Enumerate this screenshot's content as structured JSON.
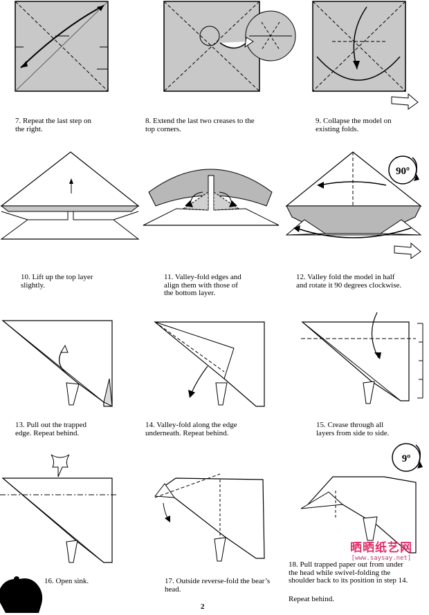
{
  "page": {
    "number": "2"
  },
  "watermark": {
    "brand": "晒晒纸艺网",
    "url": "[www.saysay.net]"
  },
  "steps": [
    {
      "id": 7,
      "caption": "7.  Repeat the last step on\nthe right."
    },
    {
      "id": 8,
      "caption": "8. Extend the last two creases to the\ntop  corners."
    },
    {
      "id": 9,
      "caption": "9.  Collapse the model on\nexisting folds."
    },
    {
      "id": 10,
      "caption": "10.  Lift up the top layer\nslightly."
    },
    {
      "id": 11,
      "caption": "11.  Valley-fold edges and\nalign them with those of\nthe bottom layer."
    },
    {
      "id": 12,
      "caption": "12.  Valley fold the model in half\nand rotate it  90 degrees clockwise.",
      "badge": "90º"
    },
    {
      "id": 13,
      "caption": "13.  Pull out the trapped\nedge. Repeat behind."
    },
    {
      "id": 14,
      "caption": "14.  Valley-fold along the edge\nunderneath.  Repeat behind."
    },
    {
      "id": 15,
      "caption": "15.  Crease through all\nlayers from side to side."
    },
    {
      "id": 16,
      "caption": "16. Open sink."
    },
    {
      "id": 17,
      "caption": "17.  Outside reverse-fold the bear’s\nhead."
    },
    {
      "id": 18,
      "caption": "18.  Pull trapped paper out from under\nthe head while swivel-folding the\nshoulder back to its position in step 14.",
      "badge": "9º",
      "note": "Repeat behind."
    }
  ]
}
